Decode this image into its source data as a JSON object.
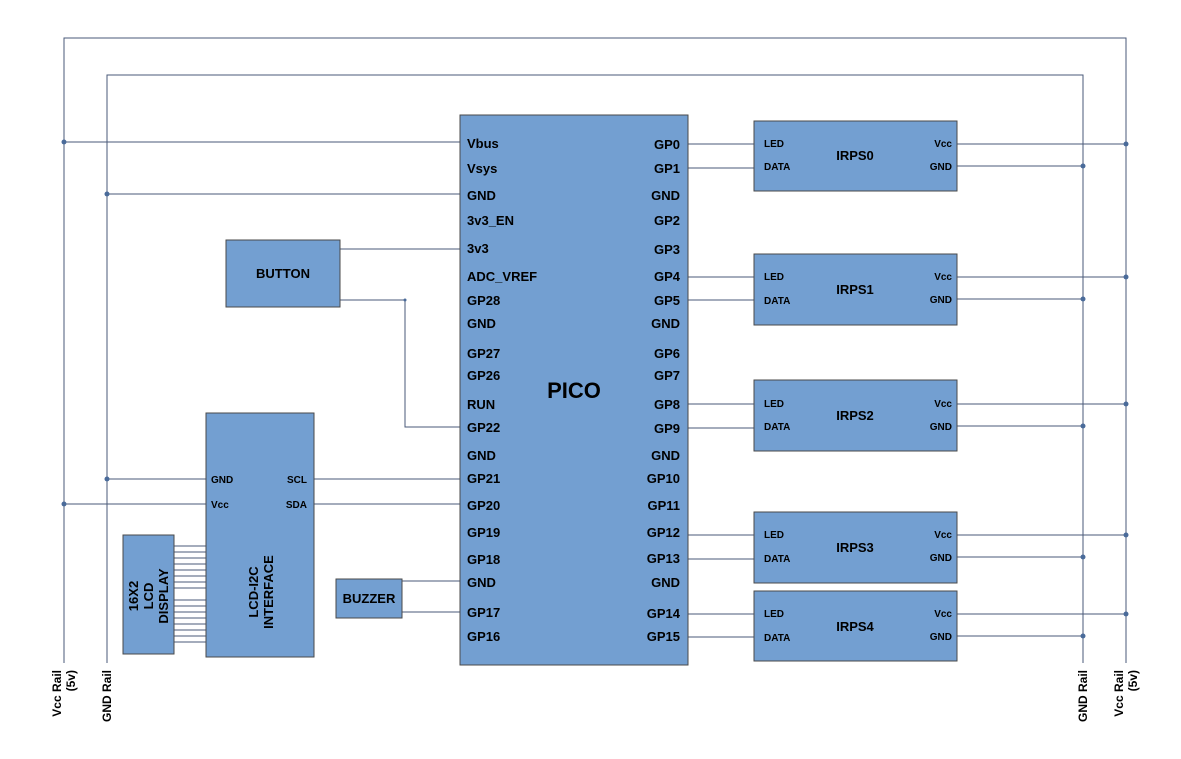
{
  "pico": {
    "title": "PICO",
    "left_pins": [
      "Vbus",
      "Vsys",
      "GND",
      "3v3_EN",
      "3v3",
      "ADC_VREF",
      "GP28",
      "GND",
      "GP27",
      "GP26",
      "RUN",
      "GP22",
      "GND",
      "GP21",
      "GP20",
      "GP19",
      "GP18",
      "GND",
      "GP17",
      "GP16"
    ],
    "right_pins": [
      "GP0",
      "GP1",
      "GND",
      "GP2",
      "GP3",
      "GP4",
      "GP5",
      "GND",
      "GP6",
      "GP7",
      "GP8",
      "GP9",
      "GND",
      "GP10",
      "GP11",
      "GP12",
      "GP13",
      "GND",
      "GP14",
      "GP15"
    ]
  },
  "button": {
    "label": "BUTTON"
  },
  "buzzer": {
    "label": "BUZZER"
  },
  "lcd_interface": {
    "label_line1": "LCD-I2C",
    "label_line2": "INTERFACE",
    "pin_gnd": "GND",
    "pin_vcc": "Vcc",
    "pin_scl": "SCL",
    "pin_sda": "SDA"
  },
  "lcd_display": {
    "label_line1": "16X2",
    "label_line2": "LCD",
    "label_line3": "DISPLAY"
  },
  "sensors": [
    {
      "name": "IRPS0",
      "pin_led": "LED",
      "pin_data": "DATA",
      "pin_vcc": "Vcc",
      "pin_gnd": "GND"
    },
    {
      "name": "IRPS1",
      "pin_led": "LED",
      "pin_data": "DATA",
      "pin_vcc": "Vcc",
      "pin_gnd": "GND"
    },
    {
      "name": "IRPS2",
      "pin_led": "LED",
      "pin_data": "DATA",
      "pin_vcc": "Vcc",
      "pin_gnd": "GND"
    },
    {
      "name": "IRPS3",
      "pin_led": "LED",
      "pin_data": "DATA",
      "pin_vcc": "Vcc",
      "pin_gnd": "GND"
    },
    {
      "name": "IRPS4",
      "pin_led": "LED",
      "pin_data": "DATA",
      "pin_vcc": "Vcc",
      "pin_gnd": "GND"
    }
  ],
  "rails": {
    "vcc_line1": "Vcc Rail",
    "vcc_line2": "(5v)",
    "gnd": "GND Rail"
  },
  "colors": {
    "block_fill": "#739fd1",
    "wire": "#4a5a78"
  }
}
